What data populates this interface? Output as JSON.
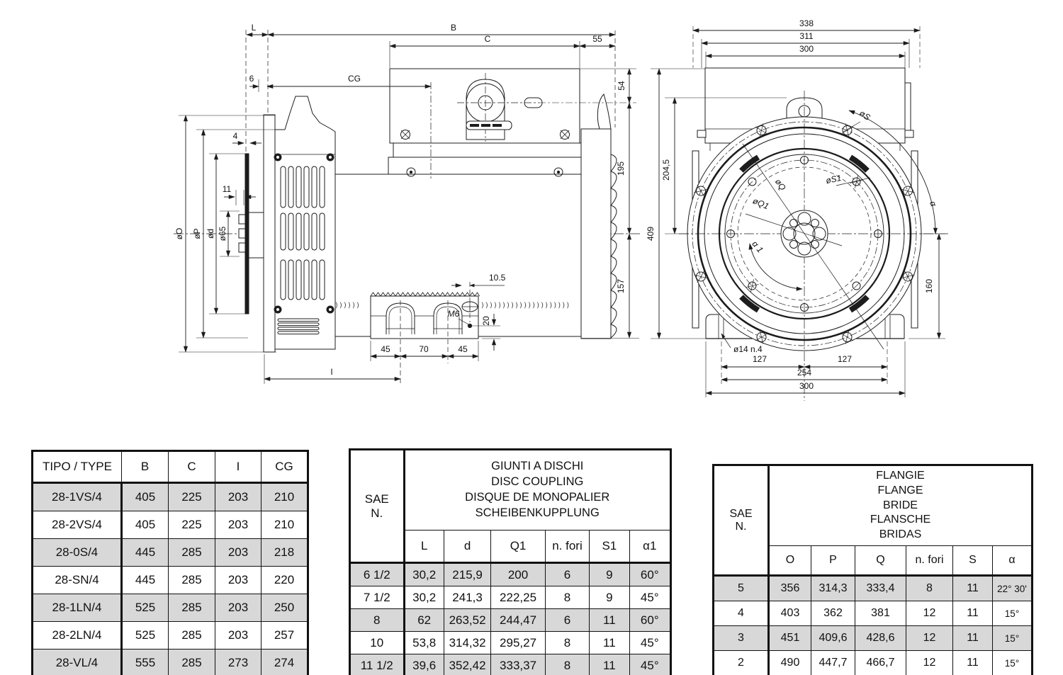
{
  "side_view": {
    "labels": {
      "L": "L",
      "B": "B",
      "C": "C",
      "n55": "55",
      "n6": "6",
      "CG": "CG",
      "n54": "54",
      "n195": "195",
      "n157": "157",
      "n4": "4",
      "n11": "11",
      "diaO": "øO",
      "diaP": "øP",
      "diad": "ød",
      "dia65": "ø65",
      "n105": "10.5",
      "m6": "M6",
      "n20": "20",
      "n45a": "45",
      "n70": "70",
      "n45b": "45",
      "I": "I"
    }
  },
  "front_view": {
    "labels": {
      "n338": "338",
      "n311": "311",
      "n300t": "300",
      "n2045": "204,5",
      "n409": "409",
      "diaS": "øS",
      "diaS1": "øS1",
      "diaQ": "øQ",
      "diaQ1": "øQ1",
      "alpha": "α",
      "alpha1": "α 1",
      "n160": "160",
      "dia14": "ø14 n.4",
      "n127a": "127",
      "n127b": "127",
      "n254": "254",
      "n300b": "300"
    }
  },
  "tables": {
    "tipo": {
      "headers": [
        "TIPO / TYPE",
        "B",
        "C",
        "I",
        "CG"
      ],
      "rows": [
        [
          "28-1VS/4",
          "405",
          "225",
          "203",
          "210"
        ],
        [
          "28-2VS/4",
          "405",
          "225",
          "203",
          "210"
        ],
        [
          "28-0S/4",
          "445",
          "285",
          "203",
          "218"
        ],
        [
          "28-SN/4",
          "445",
          "285",
          "203",
          "220"
        ],
        [
          "28-1LN/4",
          "525",
          "285",
          "203",
          "250"
        ],
        [
          "28-2LN/4",
          "525",
          "285",
          "203",
          "257"
        ],
        [
          "28-VL/4",
          "555",
          "285",
          "273",
          "274"
        ]
      ]
    },
    "coupling": {
      "corner1": "SAE",
      "corner2": "N.",
      "title_lines": [
        "GIUNTI A DISCHI",
        "DISC COUPLING",
        "DISQUE DE MONOPALIER",
        "SCHEIBENKUPPLUNG"
      ],
      "sub_headers": [
        "L",
        "d",
        "Q1",
        "n. fori",
        "S1",
        "α1"
      ],
      "rows": [
        [
          "6 1/2",
          "30,2",
          "215,9",
          "200",
          "6",
          "9",
          "60°"
        ],
        [
          "7 1/2",
          "30,2",
          "241,3",
          "222,25",
          "8",
          "9",
          "45°"
        ],
        [
          "8",
          "62",
          "263,52",
          "244,47",
          "6",
          "11",
          "60°"
        ],
        [
          "10",
          "53,8",
          "314,32",
          "295,27",
          "8",
          "11",
          "45°"
        ],
        [
          "11 1/2",
          "39,6",
          "352,42",
          "333,37",
          "8",
          "11",
          "45°"
        ]
      ]
    },
    "flange": {
      "corner1": "SAE",
      "corner2": "N.",
      "title_lines": [
        "FLANGIE",
        "FLANGE",
        "BRIDE",
        "FLANSCHE",
        "BRIDAS"
      ],
      "sub_headers": [
        "O",
        "P",
        "Q",
        "n. fori",
        "S",
        "α"
      ],
      "rows": [
        [
          "5",
          "356",
          "314,3",
          "333,4",
          "8",
          "11",
          "22° 30'"
        ],
        [
          "4",
          "403",
          "362",
          "381",
          "12",
          "11",
          "15°"
        ],
        [
          "3",
          "451",
          "409,6",
          "428,6",
          "12",
          "11",
          "15°"
        ],
        [
          "2",
          "490",
          "447,7",
          "466,7",
          "12",
          "11",
          "15°"
        ]
      ]
    }
  }
}
